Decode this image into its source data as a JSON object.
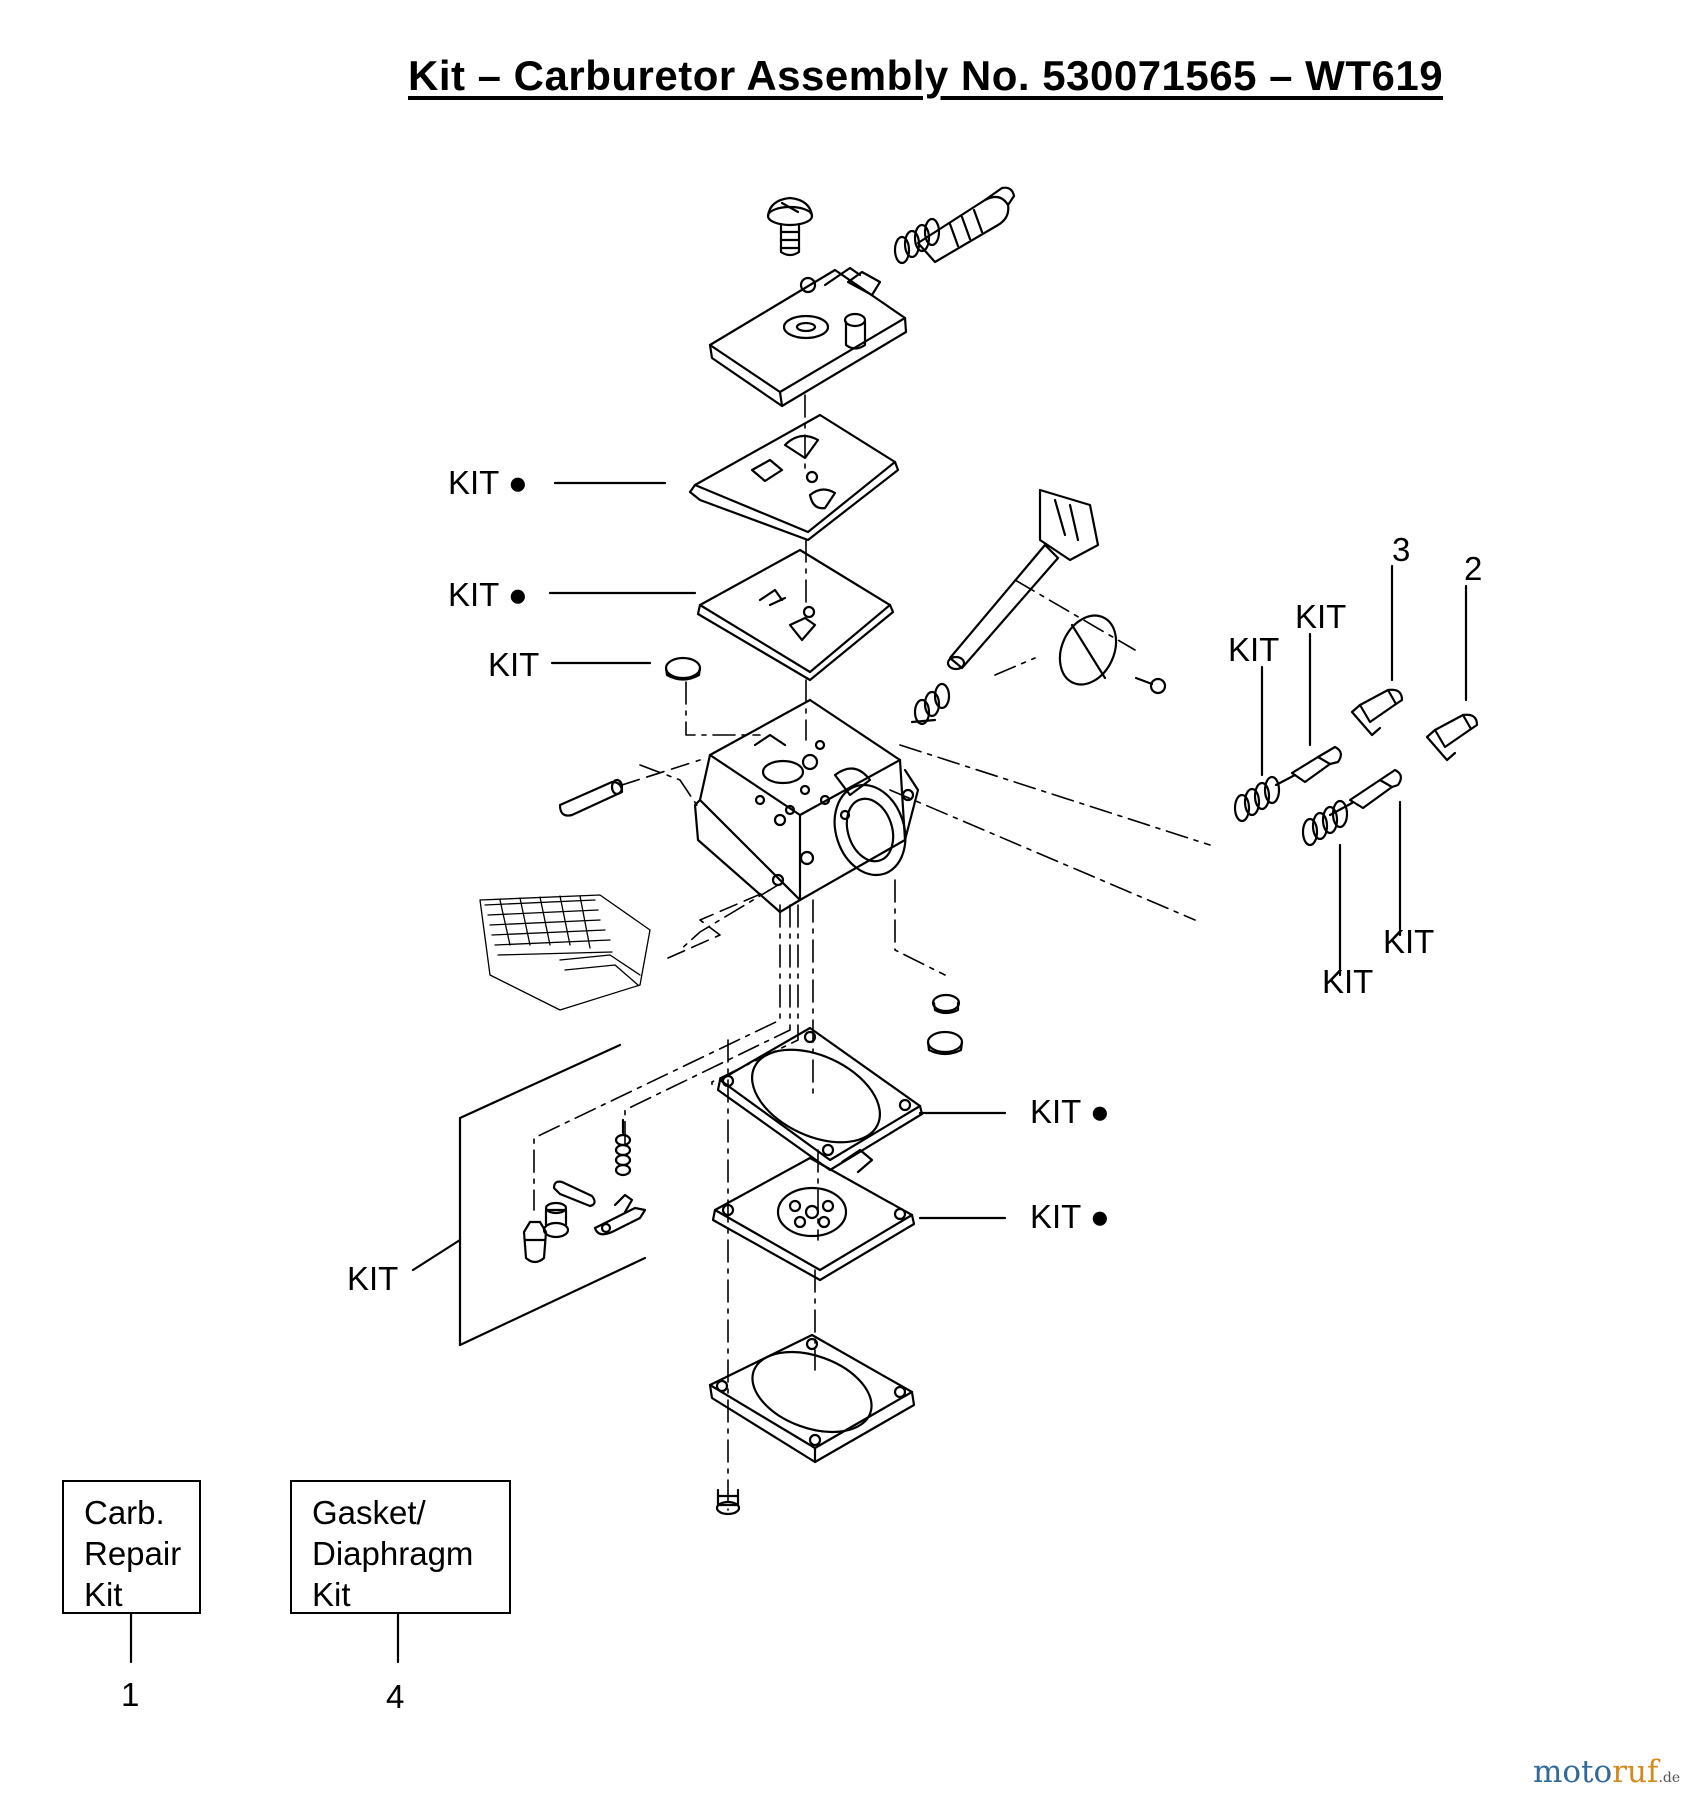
{
  "title": "Kit – Carburetor Assembly No. 530071565 – WT619",
  "callouts": [
    {
      "id": "kit-dot-1",
      "text": "KIT ●"
    },
    {
      "id": "kit-dot-2",
      "text": "KIT ●"
    },
    {
      "id": "kit-screen",
      "text": "KIT"
    },
    {
      "id": "kit-spring-a",
      "text": "KIT"
    },
    {
      "id": "kit-needle-a",
      "text": "KIT"
    },
    {
      "id": "ref-3",
      "text": "3"
    },
    {
      "id": "ref-2",
      "text": "2"
    },
    {
      "id": "kit-needle-b",
      "text": "KIT"
    },
    {
      "id": "kit-spring-b",
      "text": "KIT"
    },
    {
      "id": "kit-dot-3",
      "text": "KIT ●"
    },
    {
      "id": "kit-dot-4",
      "text": "KIT ●"
    },
    {
      "id": "kit-lever",
      "text": "KIT"
    }
  ],
  "legend": [
    {
      "id": "carb-repair-kit",
      "lines": [
        "Carb.",
        "Repair",
        "Kit"
      ],
      "ref": "1"
    },
    {
      "id": "gasket-diaphragm-kit",
      "lines": [
        "Gasket/",
        "Diaphragm",
        "Kit"
      ],
      "ref": "4"
    }
  ],
  "watermark": {
    "part1": "moto",
    "part2": "ruf",
    "suffix": ".de"
  },
  "colors": {
    "line": "#000000",
    "background": "#ffffff",
    "watermark_blue": "#2f6a9a",
    "watermark_orange": "#d58a1e"
  }
}
